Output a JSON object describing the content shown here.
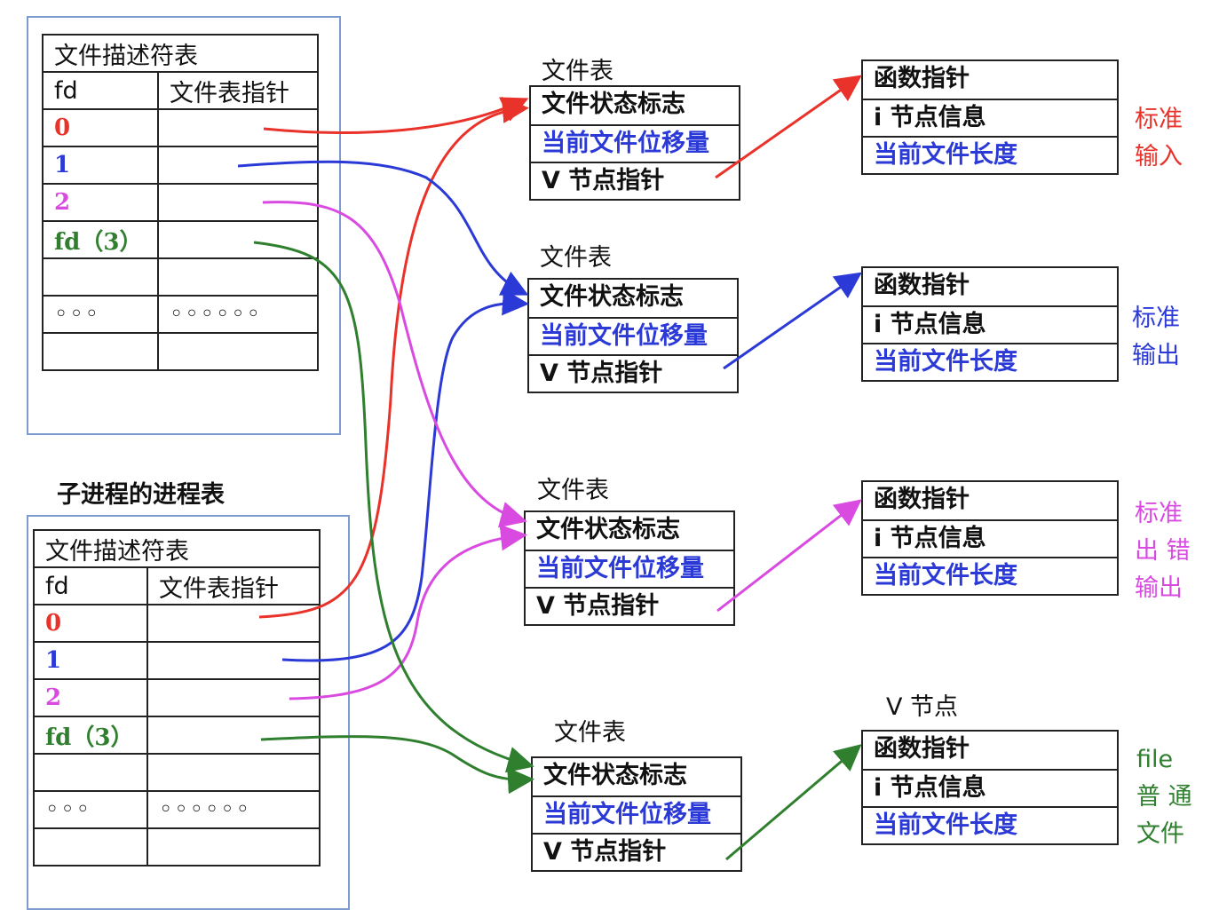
{
  "parent_table": {
    "title": "文件描述符表",
    "col_fd": "fd",
    "col_ptr": "文件表指针",
    "rows": [
      "0",
      "1",
      "2",
      "fd（3）",
      "",
      "◦◦◦"
    ],
    "ptr_ellipsis": "◦◦◦◦◦◦"
  },
  "child": {
    "caption": "子进程的进程表",
    "title": "文件描述符表",
    "col_fd": "fd",
    "col_ptr": "文件表指针",
    "rows": [
      "0",
      "1",
      "2",
      "fd（3）",
      "",
      "◦◦◦"
    ],
    "ptr_ellipsis": "◦◦◦◦◦◦"
  },
  "file_tables": [
    {
      "caption": "文件表",
      "rows": [
        "文件状态标志",
        "当前文件位移量",
        "V 节点指针"
      ]
    },
    {
      "caption": "文件表",
      "rows": [
        "文件状态标志",
        "当前文件位移量",
        "V 节点指针"
      ]
    },
    {
      "caption": "文件表",
      "rows": [
        "文件状态标志",
        "当前文件位移量",
        "V 节点指针"
      ]
    },
    {
      "caption": "文件表",
      "rows": [
        "文件状态标志",
        "当前文件位移量",
        "V 节点指针"
      ]
    }
  ],
  "vnodes": [
    {
      "caption": "",
      "rows": [
        "函数指针",
        "i 节点信息",
        "当前文件长度"
      ],
      "label": [
        "标准",
        "输入"
      ],
      "label_color": "#e8322a"
    },
    {
      "caption": "",
      "rows": [
        "函数指针",
        "i 节点信息",
        "当前文件长度"
      ],
      "label": [
        "标准",
        "输出"
      ],
      "label_color": "#2b3ad6"
    },
    {
      "caption": "",
      "rows": [
        "函数指针",
        "i 节点信息",
        "当前文件长度"
      ],
      "label": [
        "标准",
        "出 错",
        "输出"
      ],
      "label_color": "#d94be0"
    },
    {
      "caption": "V 节点",
      "rows": [
        "函数指针",
        "i 节点信息",
        "当前文件长度"
      ],
      "label": [
        "file",
        "普 通",
        "文件"
      ],
      "label_color": "#2f7f2f"
    }
  ],
  "colors": {
    "fd0": "#e8322a",
    "fd1": "#2b3ad6",
    "fd2": "#d94be0",
    "fd3": "#2f7f2f",
    "frame": "#7c9ccf"
  }
}
